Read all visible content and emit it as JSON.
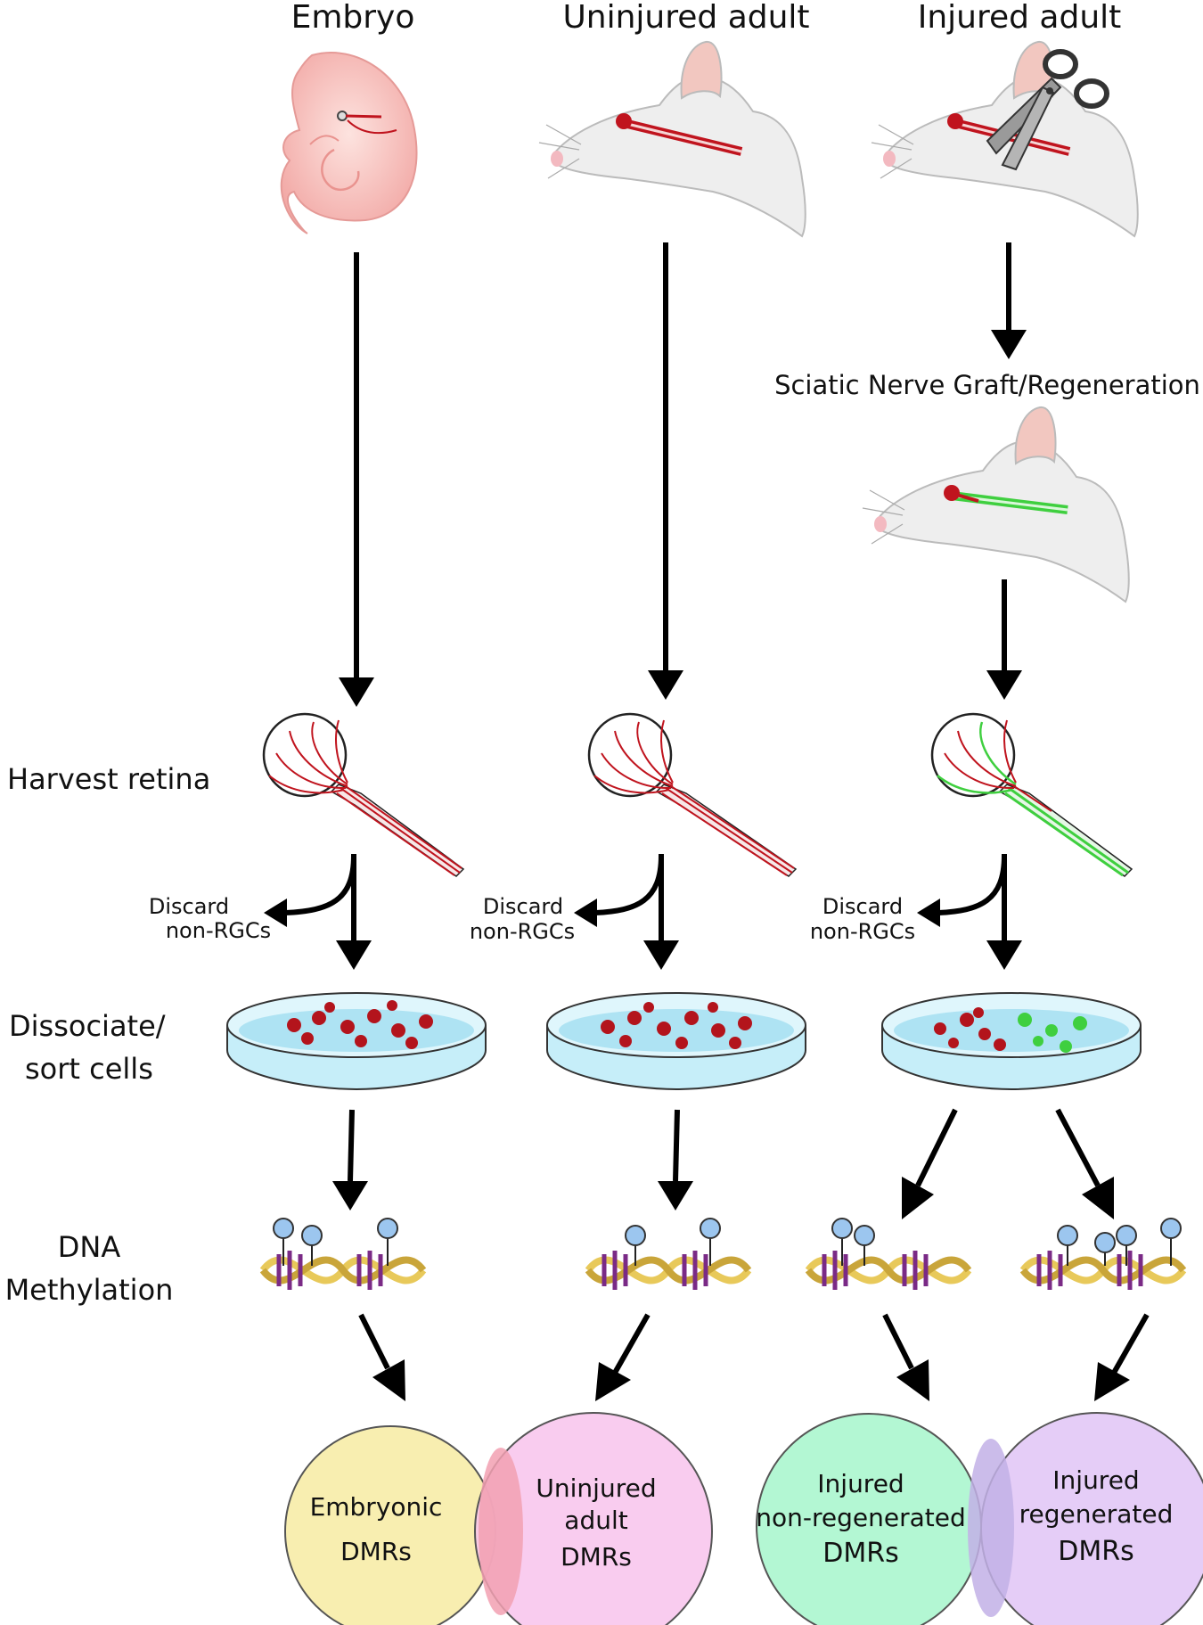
{
  "columns": {
    "embryo": "Embryo",
    "uninjured": "Uninjured adult",
    "injured": "Injured adult"
  },
  "graft_label": "Sciatic Nerve Graft/Regeneration",
  "steps": {
    "harvest": "Harvest retina",
    "dissociate_line1": "Dissociate/",
    "dissociate_line2": "sort cells",
    "dna_line1": "DNA",
    "dna_line2": "Methylation"
  },
  "discard": {
    "line1": "Discard",
    "line2": "non-RGCs"
  },
  "venn": {
    "embryonic": [
      "Embryonic",
      "DMRs"
    ],
    "uninjured": [
      "Uninjured",
      "adult",
      "DMRs"
    ],
    "nonregen": [
      "Injured",
      "non-regenerated",
      "DMRs"
    ],
    "regen": [
      "Injured",
      "regenerated",
      "DMRs"
    ]
  },
  "colors": {
    "embryonic_circle": "#f8eeb0",
    "uninjured_circle": "#f8c3ec",
    "nonregen_circle": "#b3f7d3",
    "regen_circle": "#e1c4f6",
    "nerve_red": "#c0141e",
    "nerve_green": "#3fcf3f",
    "dish_liquid": "#c6eef9",
    "methyl_blue": "#9cc6ef",
    "dna_gold": "#e8c95a",
    "dna_purple": "#7a2a86"
  }
}
